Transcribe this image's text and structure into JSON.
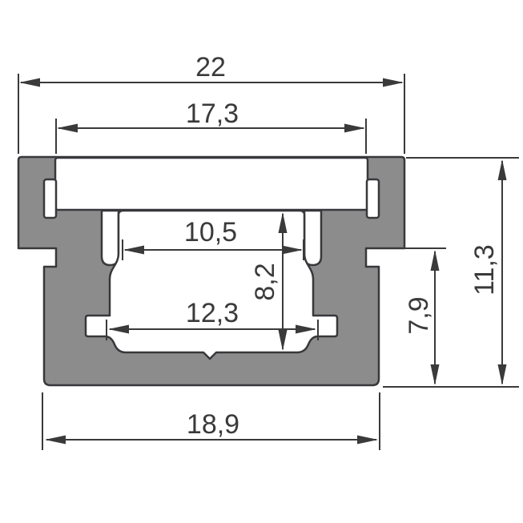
{
  "drawing": {
    "title": "aluminium-led-profile-cross-section",
    "dimensions": {
      "overall_width": {
        "value": "22",
        "orientation": "horizontal"
      },
      "cover_width": {
        "value": "17,3",
        "orientation": "horizontal"
      },
      "channel_top_width": {
        "value": "10,5",
        "orientation": "horizontal"
      },
      "channel_height": {
        "value": "8,2",
        "orientation": "vertical"
      },
      "channel_bottom_width": {
        "value": "12,3",
        "orientation": "horizontal"
      },
      "side_height": {
        "value": "7,9",
        "orientation": "vertical"
      },
      "overall_height": {
        "value": "11,3",
        "orientation": "vertical"
      },
      "base_width": {
        "value": "18,9",
        "orientation": "horizontal"
      }
    },
    "colors": {
      "aluminium_fill": "#8c8c8c",
      "outline": "#38383c",
      "dimension_lines": "#3a3a3a",
      "background": "#ffffff"
    }
  }
}
